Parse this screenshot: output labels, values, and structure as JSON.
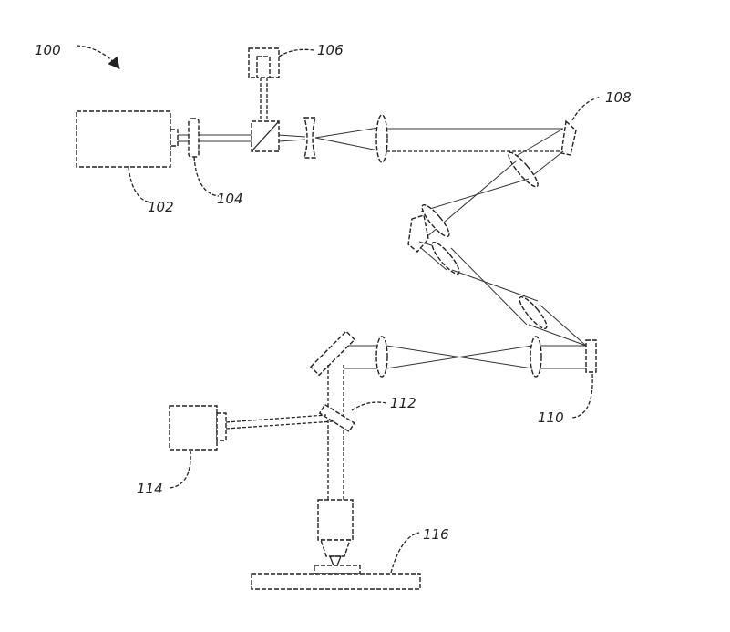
{
  "labels": {
    "system": "100",
    "laser": "102",
    "lens_104": "104",
    "detector_106": "106",
    "prism_108": "108",
    "mirror_110": "110",
    "splitter_112": "112",
    "camera_114": "114",
    "stage_116": "116"
  },
  "colors": {
    "line": "#222222",
    "background": "#ffffff"
  }
}
